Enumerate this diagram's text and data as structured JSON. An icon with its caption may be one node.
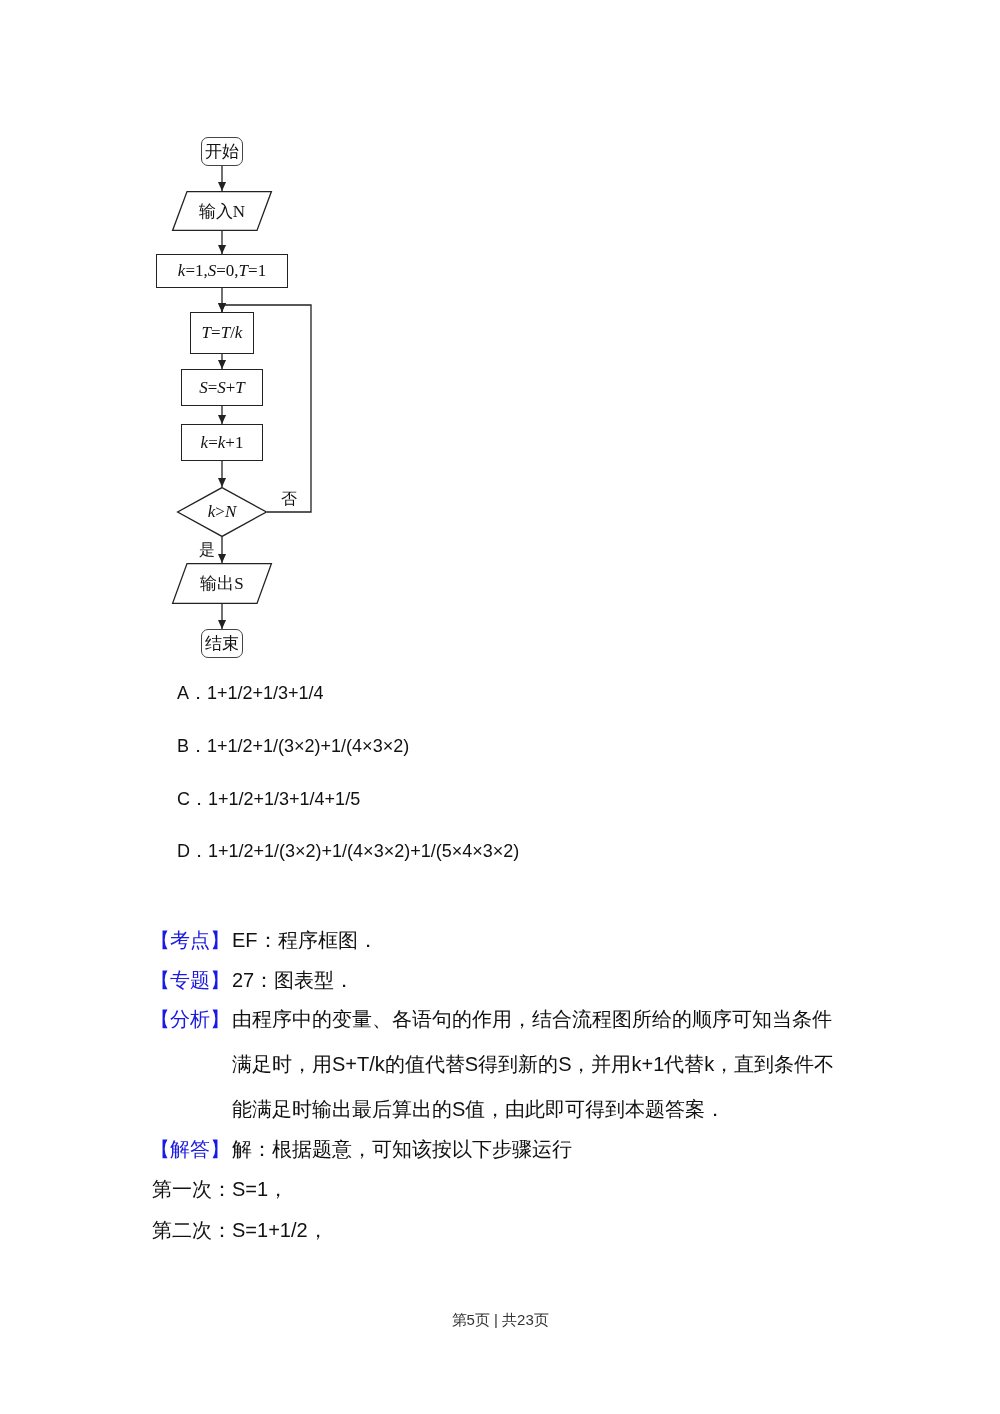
{
  "diagram": {
    "nodes": [
      {
        "text": [
          "开始"
        ]
      },
      {
        "text": [
          "输入N"
        ]
      },
      {
        "text": [
          "*k*=1,*S*=0,*T*=1"
        ]
      },
      {
        "text": [
          "*T*=*T*/*k*"
        ]
      },
      {
        "text": [
          "*S*=*S*+*T*"
        ]
      },
      {
        "text": [
          "*k*=*k*+1"
        ]
      },
      {
        "text": [
          "*k*>*N*"
        ]
      },
      {
        "text": [
          "输出S"
        ]
      },
      {
        "text": [
          "结束"
        ]
      }
    ],
    "edges": [
      {
        "from": 0,
        "to": 1,
        "arrow": "to"
      },
      {
        "from": 1,
        "to": 2,
        "arrow": "to"
      },
      {
        "from": 2,
        "to": 3,
        "arrow": "to"
      },
      {
        "from": 3,
        "to": 4,
        "arrow": "to"
      },
      {
        "from": 4,
        "to": 5,
        "arrow": "to"
      },
      {
        "from": 5,
        "to": 6,
        "arrow": "to"
      },
      {
        "from": 6,
        "to": 3,
        "arrow": "to",
        "label": "否"
      },
      {
        "from": 6,
        "to": 7,
        "arrow": "to",
        "label": "是"
      },
      {
        "from": 7,
        "to": 8,
        "arrow": "to"
      }
    ],
    "labels": [
      "A．1+1/2+1/3+1/4",
      "B．1+1/2+1/(3×2)+1/(4×3×2)",
      "C．1+1/2+1/3+1/4+1/5",
      "D．1+1/2+1/(3×2)+1/(4×3×2)+1/(5×4×3×2)",
      "【考点】",
      "EF：程序框图．",
      "【专题】",
      "27：图表型．",
      "【分析】",
      "由程序中的变量、各语句的作用，结合流程图所给的顺序可知当条件满足时，用S+T/k的值代替S得到新的S，并用k+1代替k，直到条件不能满足时输出最后算出的S值，由此即可得到本题答案．",
      "【解答】",
      "解：根据题意，可知该按以下步骤运行",
      "第一次：S=1，",
      "第二次：S=1+1/2，",
      "第5页 | 共23页"
    ]
  }
}
